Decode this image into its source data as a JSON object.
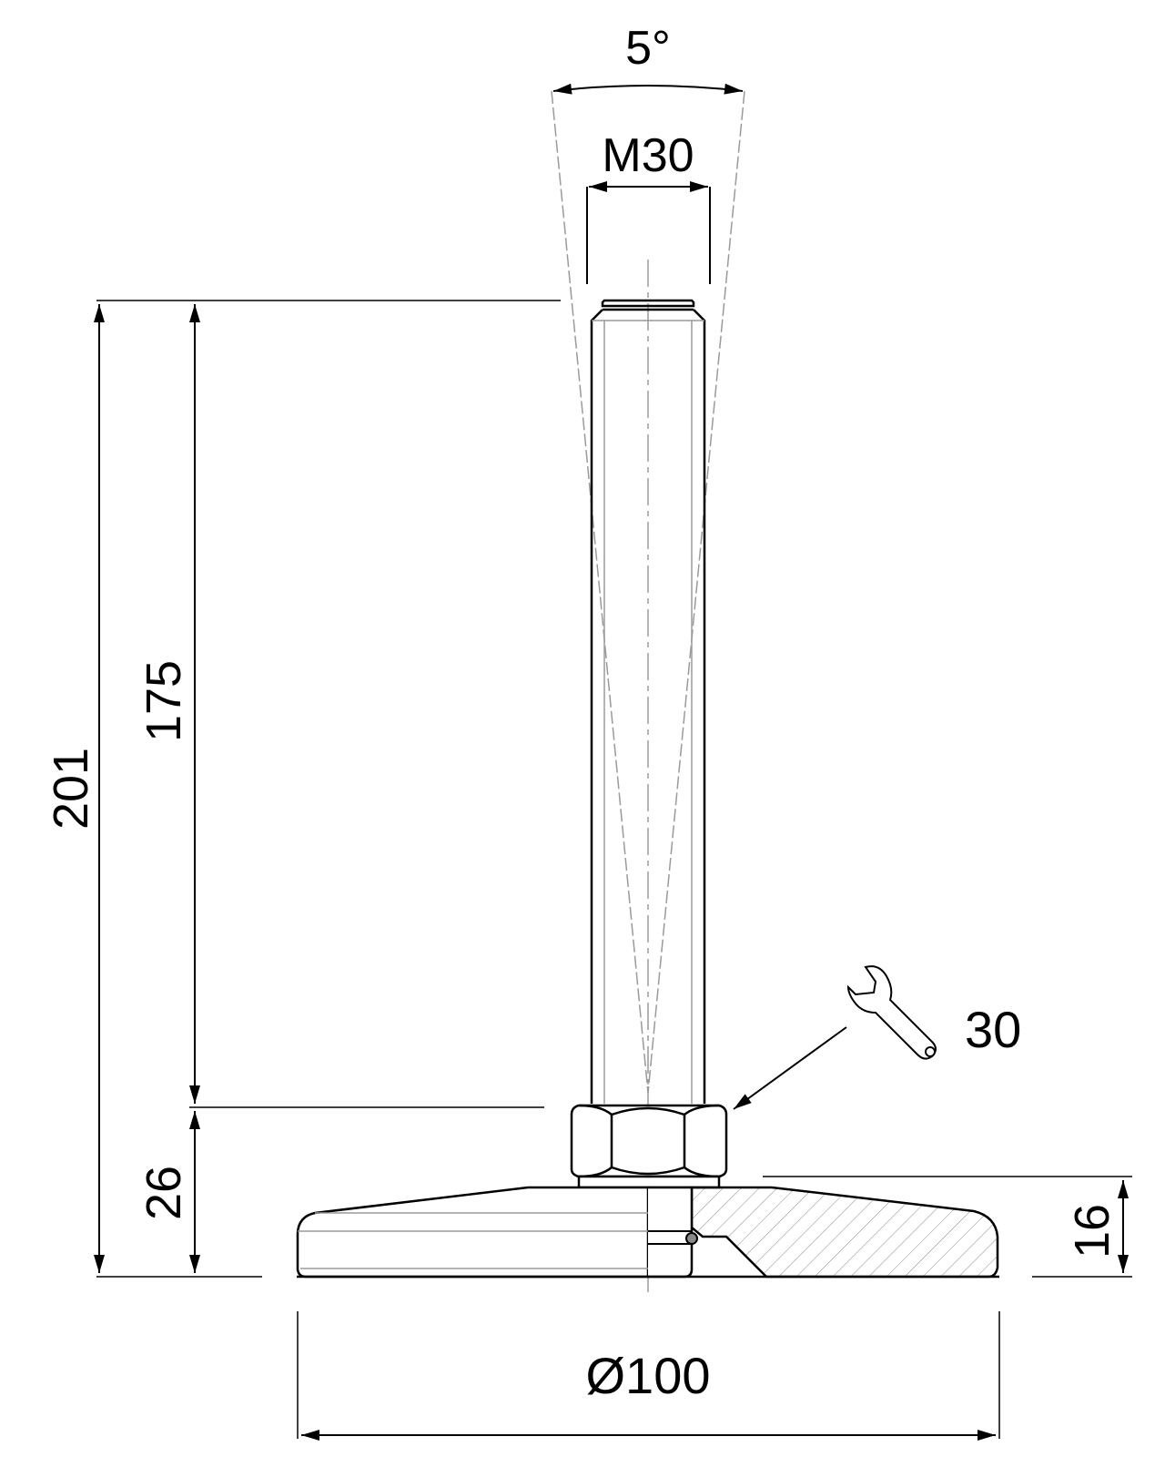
{
  "drawing": {
    "title": "Leveling foot technical drawing",
    "colors": {
      "line": "#000000",
      "centerline": "#9a9a9a",
      "hatch": "#8a8a8a",
      "background": "#ffffff"
    }
  },
  "dimensions": {
    "angle": "5°",
    "thread": "M30",
    "total_height": "201",
    "stem_height": "175",
    "base_height": "26",
    "pad_thickness": "16",
    "diameter": "Ø100",
    "wrench_size": "30"
  },
  "icons": {
    "wrench": "wrench-icon"
  }
}
